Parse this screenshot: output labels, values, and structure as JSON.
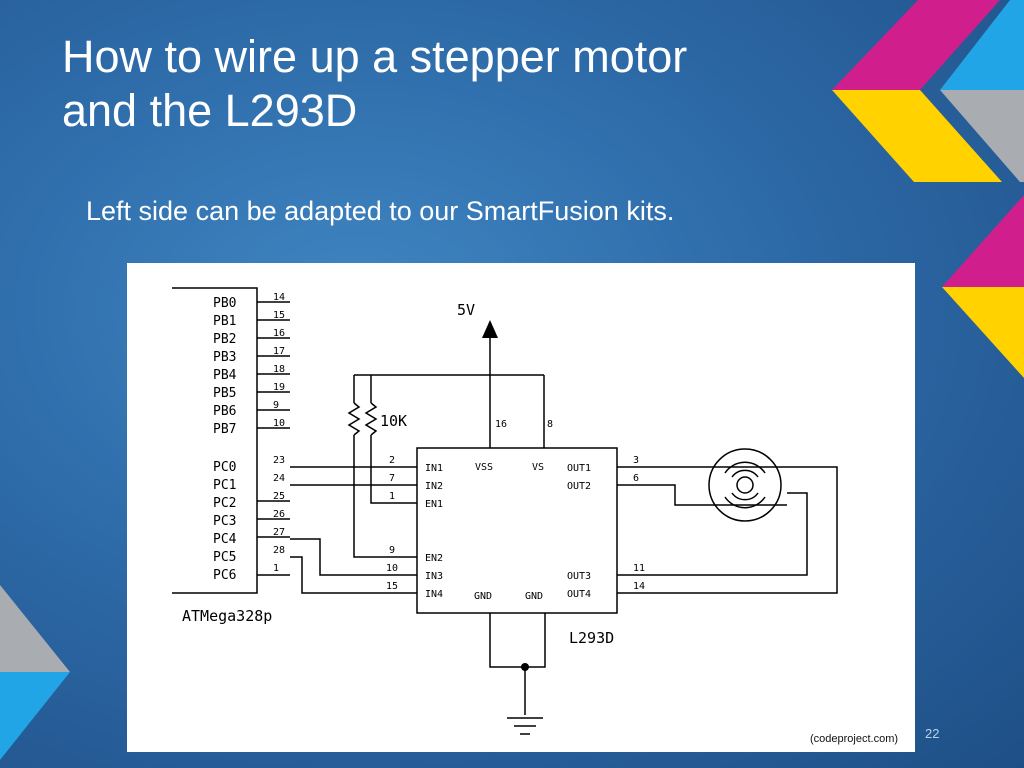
{
  "slide": {
    "title_line1": "How to wire up a stepper motor",
    "title_line2": "and the L293D",
    "subtitle": "Left side can be adapted to our SmartFusion kits.",
    "credit": "(codeproject.com)",
    "slide_number": "22"
  },
  "theme": {
    "background": "#2d6aa8",
    "magenta": "#d01e8c",
    "yellow": "#ffd200",
    "cyan": "#22a5e6",
    "gray": "#a9adb2"
  },
  "diagram": {
    "mcu": {
      "name": "ATMega328p",
      "pins": [
        {
          "label": "PB0",
          "num": "14"
        },
        {
          "label": "PB1",
          "num": "15"
        },
        {
          "label": "PB2",
          "num": "16"
        },
        {
          "label": "PB3",
          "num": "17"
        },
        {
          "label": "PB4",
          "num": "18"
        },
        {
          "label": "PB5",
          "num": "19"
        },
        {
          "label": "PB6",
          "num": "9"
        },
        {
          "label": "PB7",
          "num": "10"
        },
        {
          "label": "PC0",
          "num": "23"
        },
        {
          "label": "PC1",
          "num": "24"
        },
        {
          "label": "PC2",
          "num": "25"
        },
        {
          "label": "PC3",
          "num": "26"
        },
        {
          "label": "PC4",
          "num": "27"
        },
        {
          "label": "PC5",
          "num": "28"
        },
        {
          "label": "PC6",
          "num": "1"
        }
      ]
    },
    "supply": "5V",
    "resistor": "10K",
    "driver": {
      "name": "L293D",
      "top_pin_labels": [
        "VSS",
        "VS"
      ],
      "top_pin_nums": [
        "16",
        "8"
      ],
      "left_pins": [
        {
          "label": "IN1",
          "num": "2"
        },
        {
          "label": "IN2",
          "num": "7"
        },
        {
          "label": "EN1",
          "num": "1"
        },
        {
          "label": "EN2",
          "num": "9"
        },
        {
          "label": "IN3",
          "num": "10"
        },
        {
          "label": "IN4",
          "num": "15"
        }
      ],
      "right_pins": [
        {
          "label": "OUT1",
          "num": "3"
        },
        {
          "label": "OUT2",
          "num": "6"
        },
        {
          "label": "OUT3",
          "num": "11"
        },
        {
          "label": "OUT4",
          "num": "14"
        }
      ],
      "gnd_labels": [
        "GND",
        "GND"
      ]
    }
  }
}
